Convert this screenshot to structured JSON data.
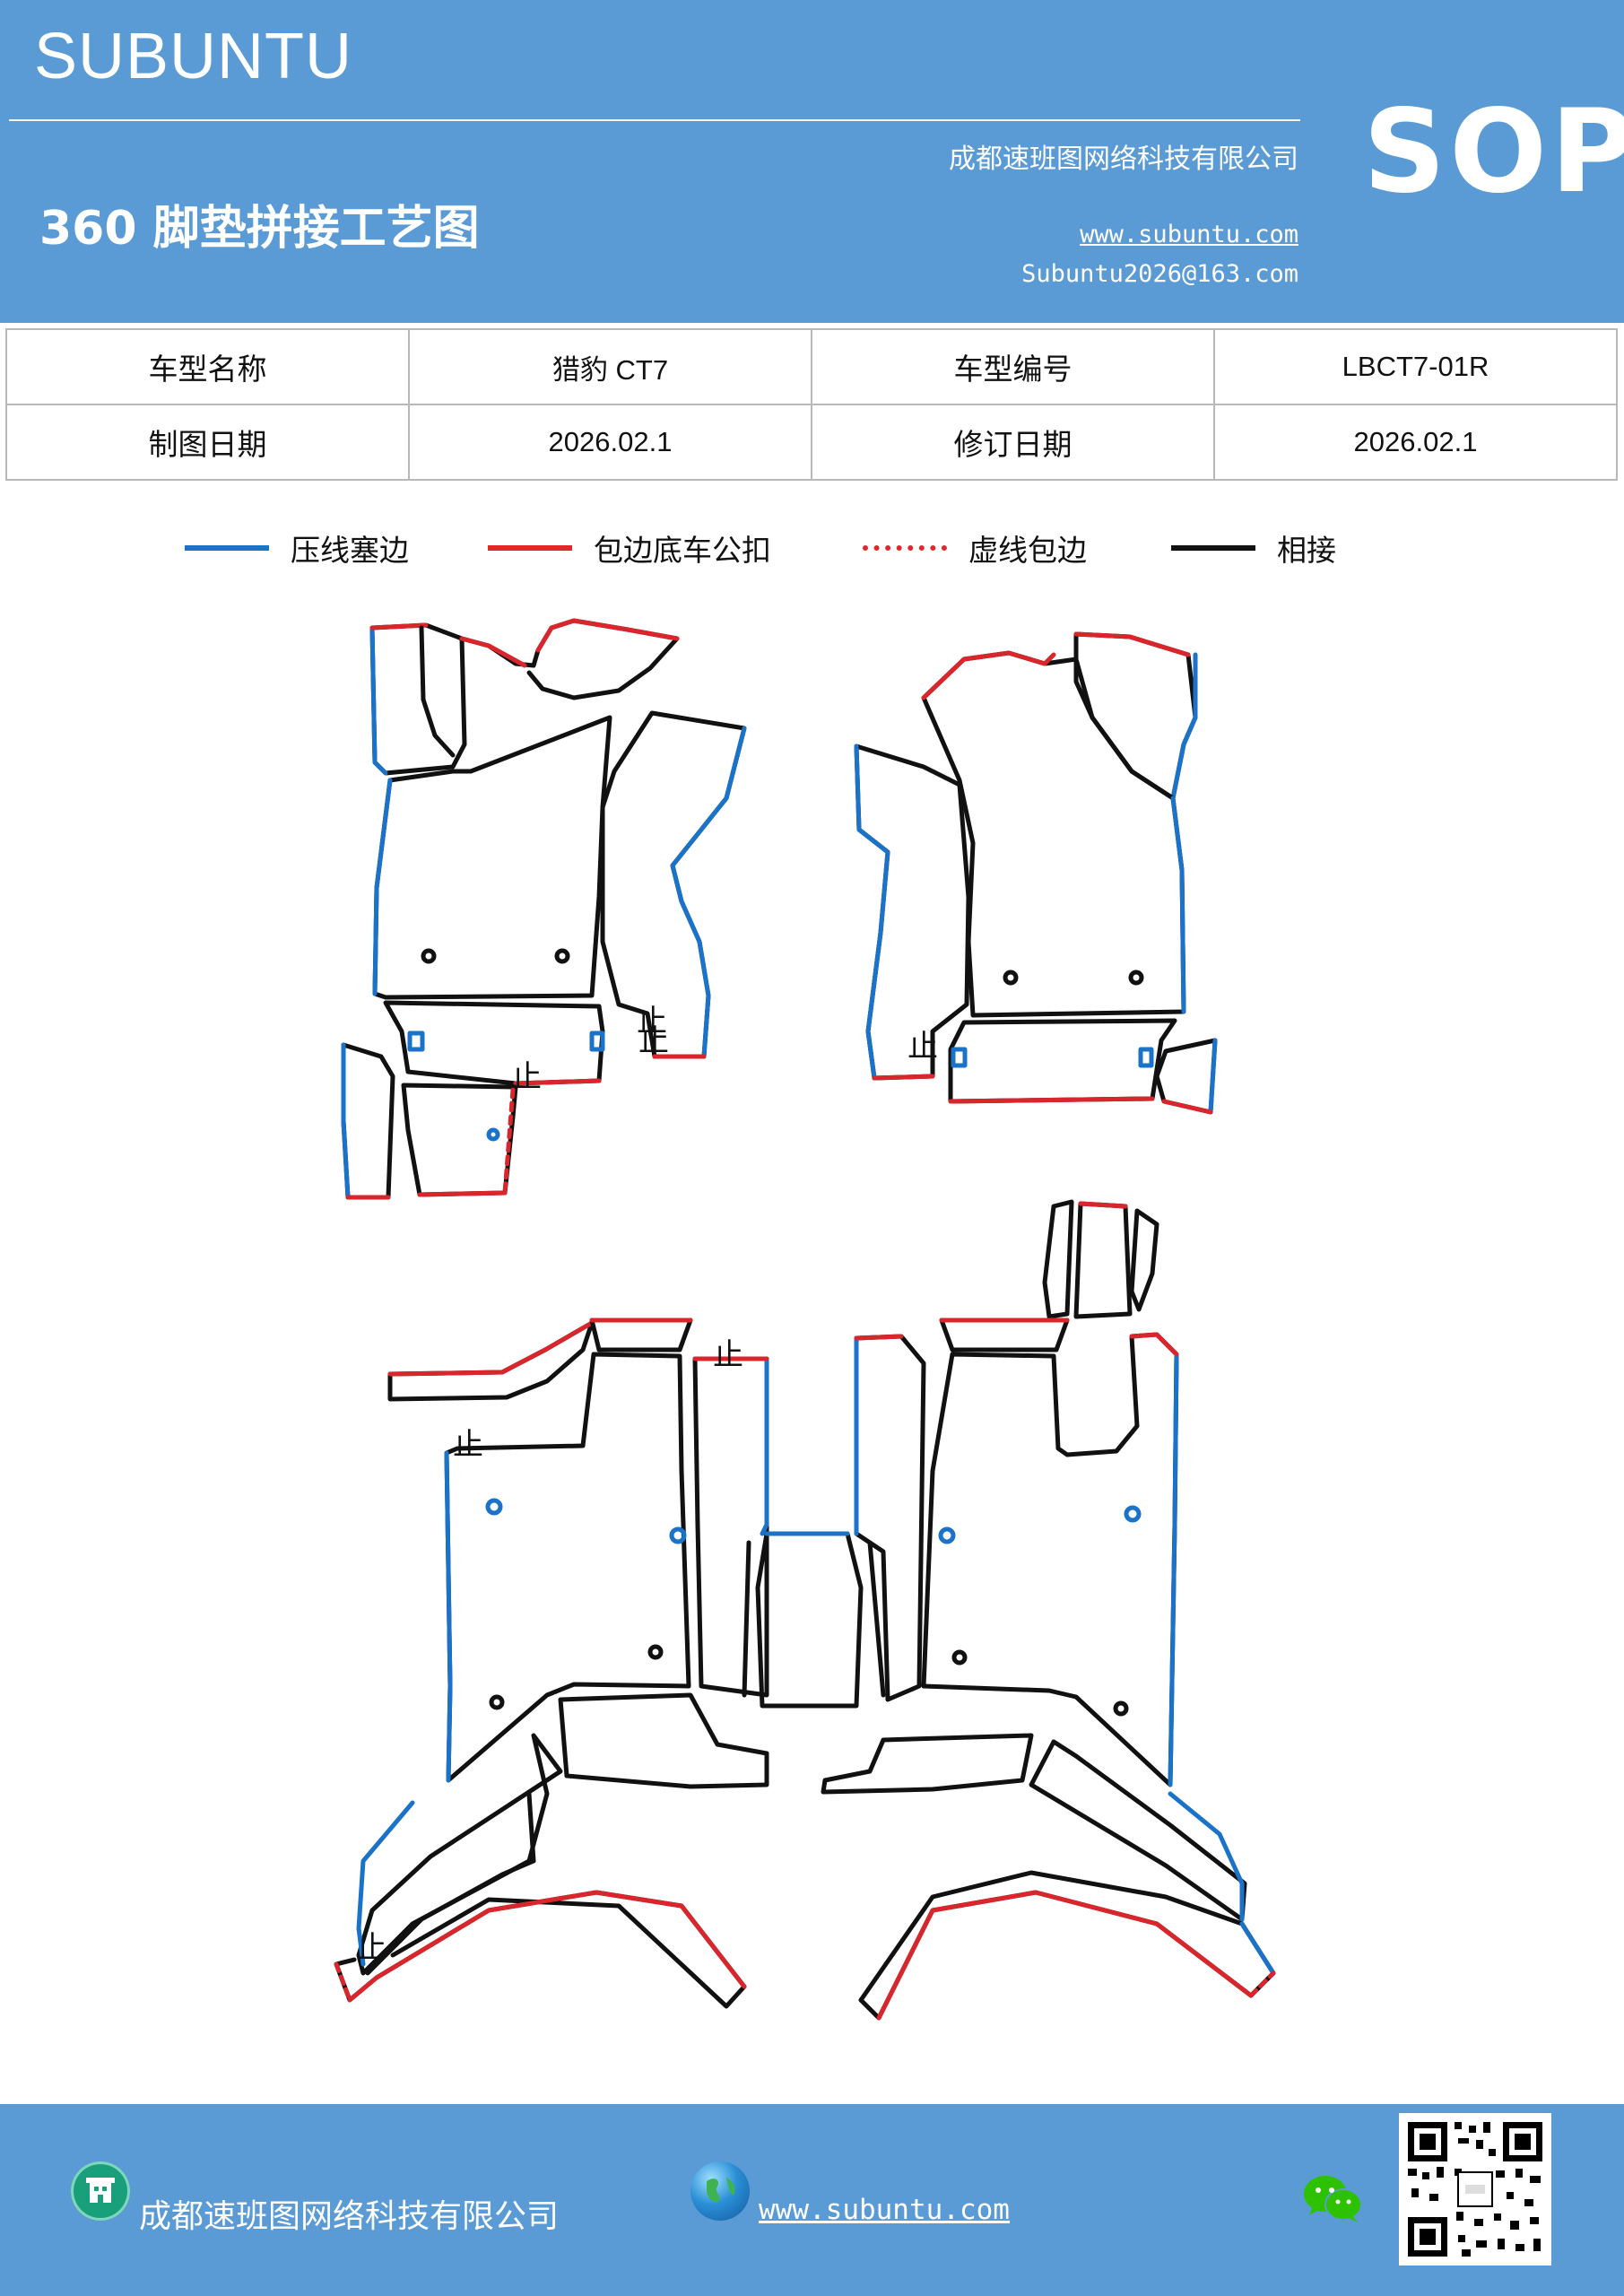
{
  "header": {
    "brand": "SUBUNTU",
    "company": "成都速班图网络科技有限公司",
    "sop": "SOP",
    "title": "360 脚垫拼接工艺图",
    "website": "www.subuntu.com",
    "email": "Subuntu2026@163.com"
  },
  "info_table": {
    "row1": {
      "label1": "车型名称",
      "value1": "猎豹 CT7",
      "label2": "车型编号",
      "value2": "LBCT7-01R"
    },
    "row2": {
      "label1": "制图日期",
      "value1": "2026.02.1",
      "label2": "修订日期",
      "value2": "2026.02.1"
    }
  },
  "legend": [
    {
      "label": "压线塞边",
      "color": "#1a73c8",
      "style": "solid"
    },
    {
      "label": "包边底车公扣",
      "color": "#e0272b",
      "style": "solid"
    },
    {
      "label": "虚线包边",
      "color": "#e0272b",
      "style": "dotted"
    },
    {
      "label": "相接",
      "color": "#111111",
      "style": "solid"
    }
  ],
  "diagram": {
    "stop_mark": "止",
    "colors": {
      "press": "#1a73c8",
      "edge": "#d9262c",
      "join": "#111111"
    }
  },
  "footer": {
    "company": "成都速班图网络科技有限公司",
    "website": "www.subuntu.com",
    "icons": [
      "building-icon",
      "globe-icon",
      "wechat-icon",
      "qr-code"
    ]
  }
}
